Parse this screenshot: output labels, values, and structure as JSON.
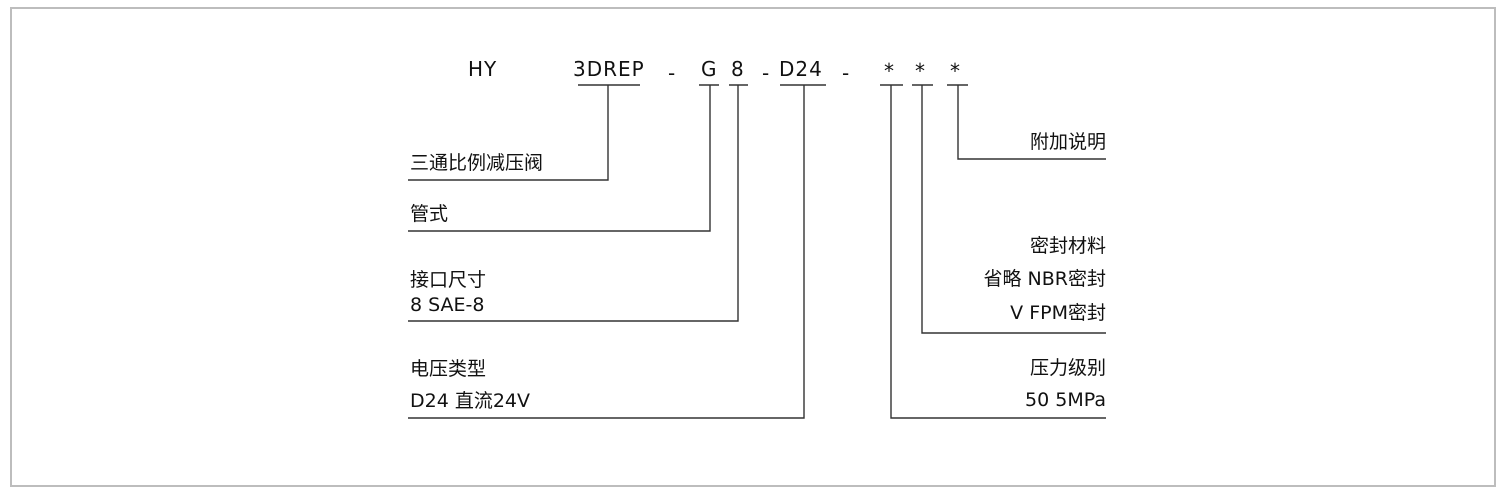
{
  "model_code": {
    "prefix": "HY",
    "series": "3DREP",
    "dash1": "-",
    "type": "G",
    "size": "8",
    "dash2": "-",
    "voltage": "D24",
    "dash3": "-",
    "star1": "*",
    "star2": "*",
    "star3": "*"
  },
  "left_labels": {
    "valve_type": "三通比例减压阀",
    "mounting": "管式",
    "port_title": "接口尺寸",
    "port_value": "8  SAE-8",
    "voltage_title": "电压类型",
    "voltage_value": "D24  直流24V"
  },
  "right_labels": {
    "additional": "附加说明",
    "seal_title": "密封材料",
    "seal_default": "省略 NBR密封",
    "seal_v": "V    FPM密封",
    "pressure_title": "压力级别",
    "pressure_value": "50   5MPa"
  },
  "colors": {
    "line": "#333333",
    "frame": "#bdbdbd"
  }
}
